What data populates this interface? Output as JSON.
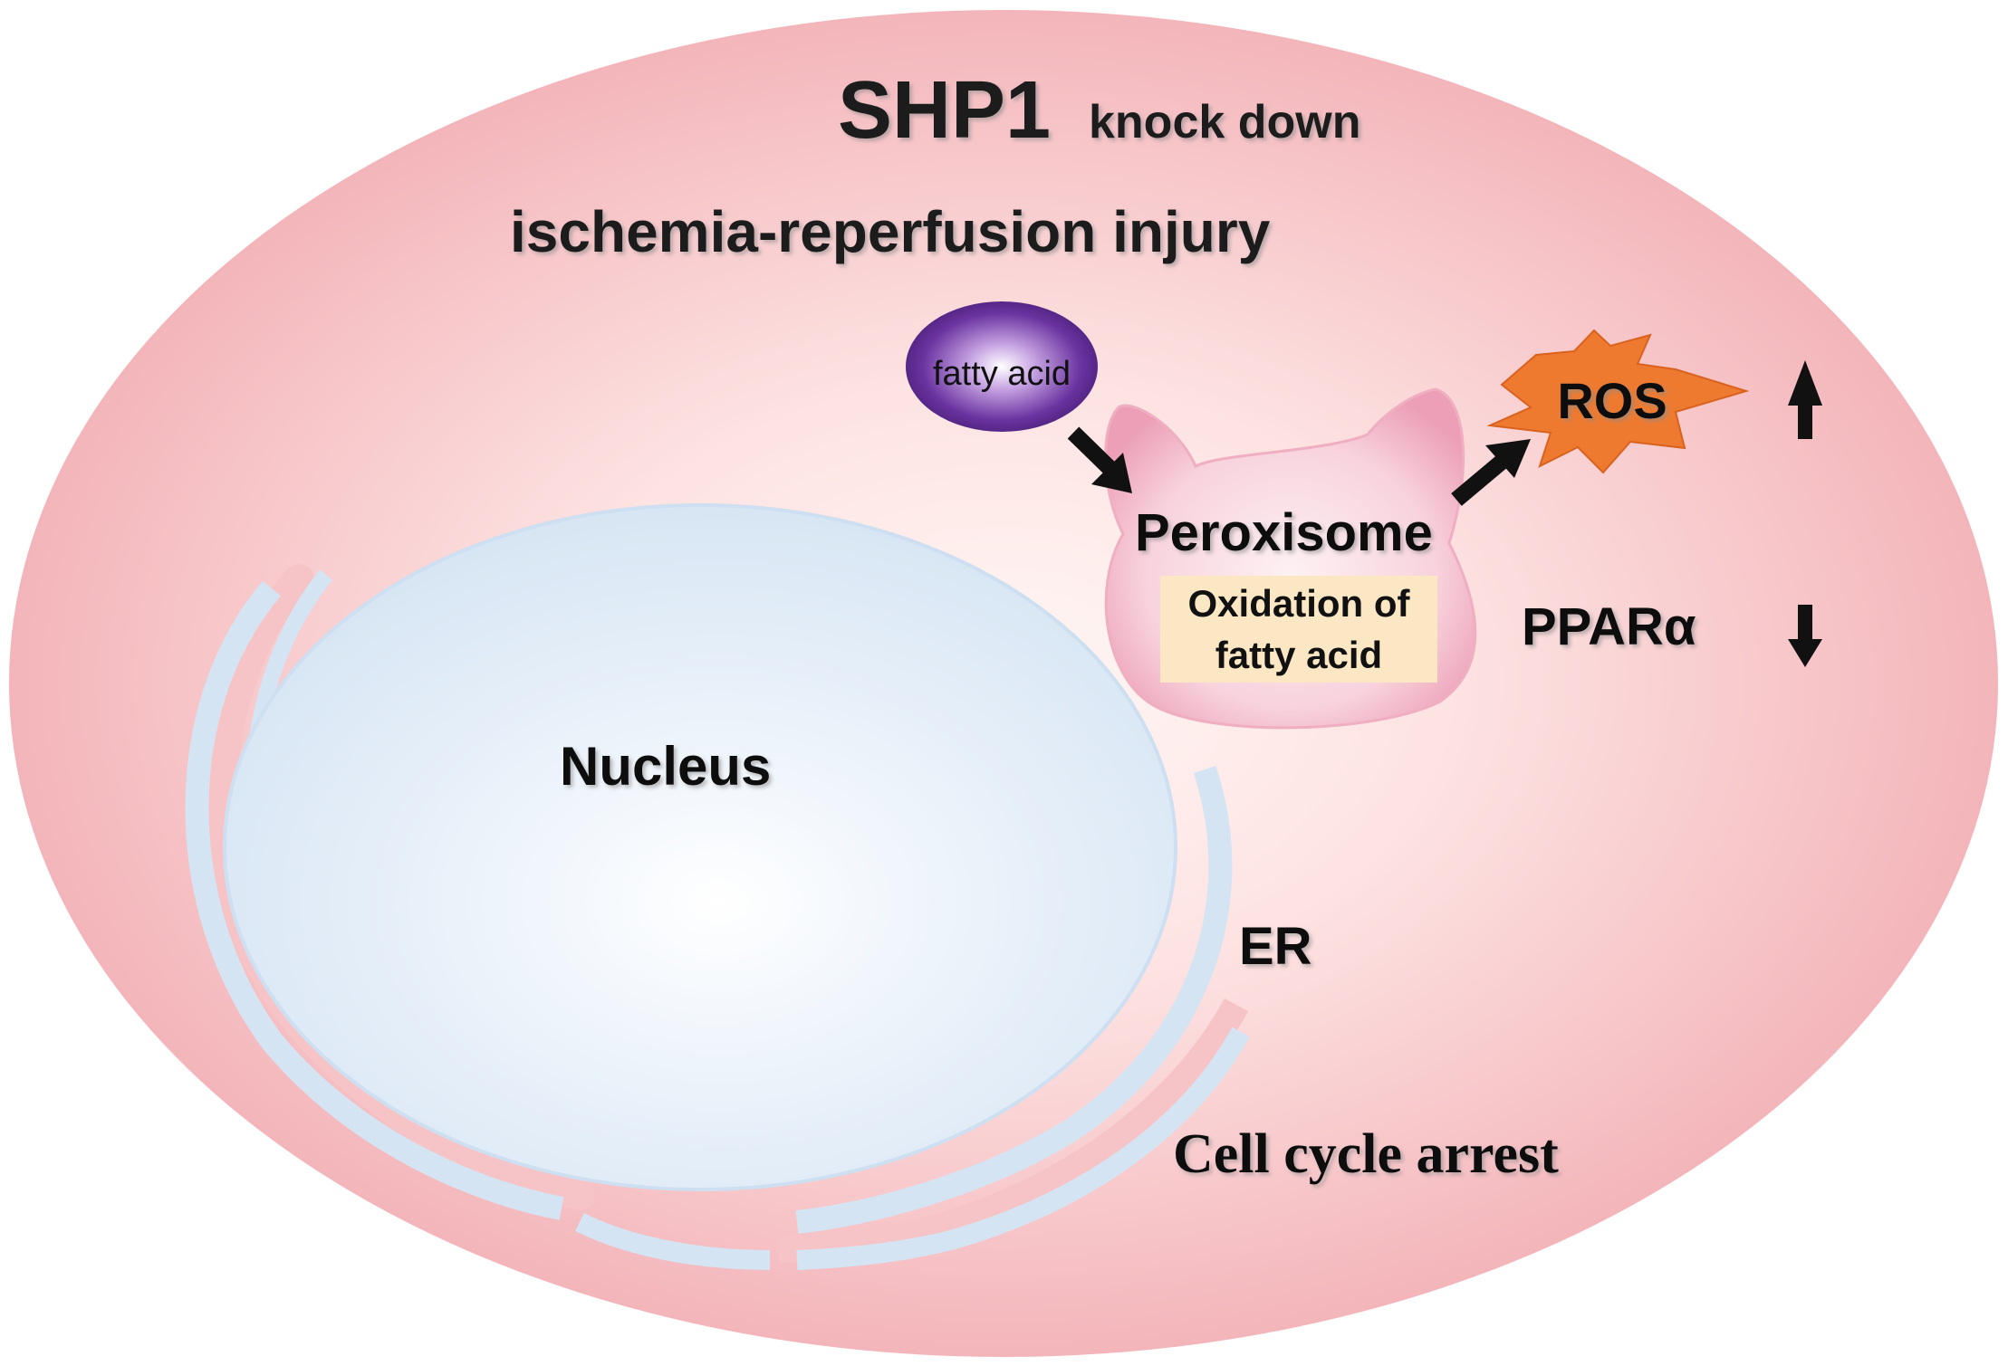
{
  "title": {
    "gene": "SHP1",
    "condition": "knock down",
    "injury": "ischemia-reperfusion injury"
  },
  "labels": {
    "fatty_acid": "fatty acid",
    "peroxisome": "Peroxisome",
    "oxidation_line1": "Oxidation of",
    "oxidation_line2": "fatty acid",
    "ros": "ROS",
    "ppar": "PPARα",
    "nucleus": "Nucleus",
    "er": "ER",
    "cell_cycle": "Cell cycle arrest"
  },
  "indicators": {
    "ros_change": "up-arrow-icon",
    "ppar_change": "down-arrow-icon"
  },
  "colors": {
    "cell": "#f4b9bd",
    "cell_center": "#fff6f4",
    "nucleus": "#dce9f5",
    "er": "#d3e3f2",
    "fatty_acid": "#5b2a8a",
    "peroxisome": "#f6c2d1",
    "oxidation_box": "#fbe7c4",
    "ros": "#ee7a30",
    "text": "#111111"
  }
}
